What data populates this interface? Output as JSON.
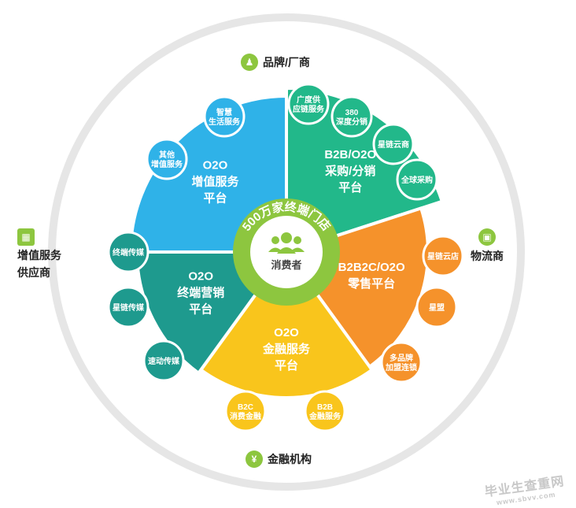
{
  "outer": {
    "top": "品牌/厂商",
    "right": "物流商",
    "bottom": "金融机构",
    "left_line1": "增值服务",
    "left_line2": "供应商"
  },
  "center": {
    "ring_text": "500万家终端门店",
    "label": "消费者"
  },
  "segments": [
    {
      "lines": [
        "O2O",
        "增值服务",
        "平台"
      ],
      "color": "#2fb2e8",
      "bubbles": [
        [
          "智慧",
          "生活服务"
        ],
        [
          "其他",
          "增值服务"
        ]
      ]
    },
    {
      "lines": [
        "B2B/O2O",
        "采购/分销",
        "平台"
      ],
      "color": "#22b88a",
      "bubbles": [
        [
          "广度供",
          "应链服务"
        ],
        [
          "380",
          "深度分销"
        ],
        [
          "星链云商"
        ],
        [
          "全球采购"
        ]
      ]
    },
    {
      "lines": [
        "B2B2C/O2O",
        "零售平台"
      ],
      "color": "#f5922b",
      "bubbles": [
        [
          "星链云店"
        ],
        [
          "星盟"
        ],
        [
          "多品牌",
          "加盟连锁"
        ]
      ]
    },
    {
      "lines": [
        "O2O",
        "金融服务",
        "平台"
      ],
      "color": "#f9c51c",
      "bubbles": [
        [
          "B2C",
          "消费金融"
        ],
        [
          "B2B",
          "金融服务"
        ]
      ]
    },
    {
      "lines": [
        "O2O",
        "终端营销",
        "平台"
      ],
      "color": "#1e9a8e",
      "bubbles": [
        [
          "终端传媒"
        ],
        [
          "星链传媒"
        ],
        [
          "速动传媒"
        ]
      ]
    }
  ],
  "watermark": {
    "line1": "毕业生查重网",
    "line2": "www.sbvv.com"
  }
}
